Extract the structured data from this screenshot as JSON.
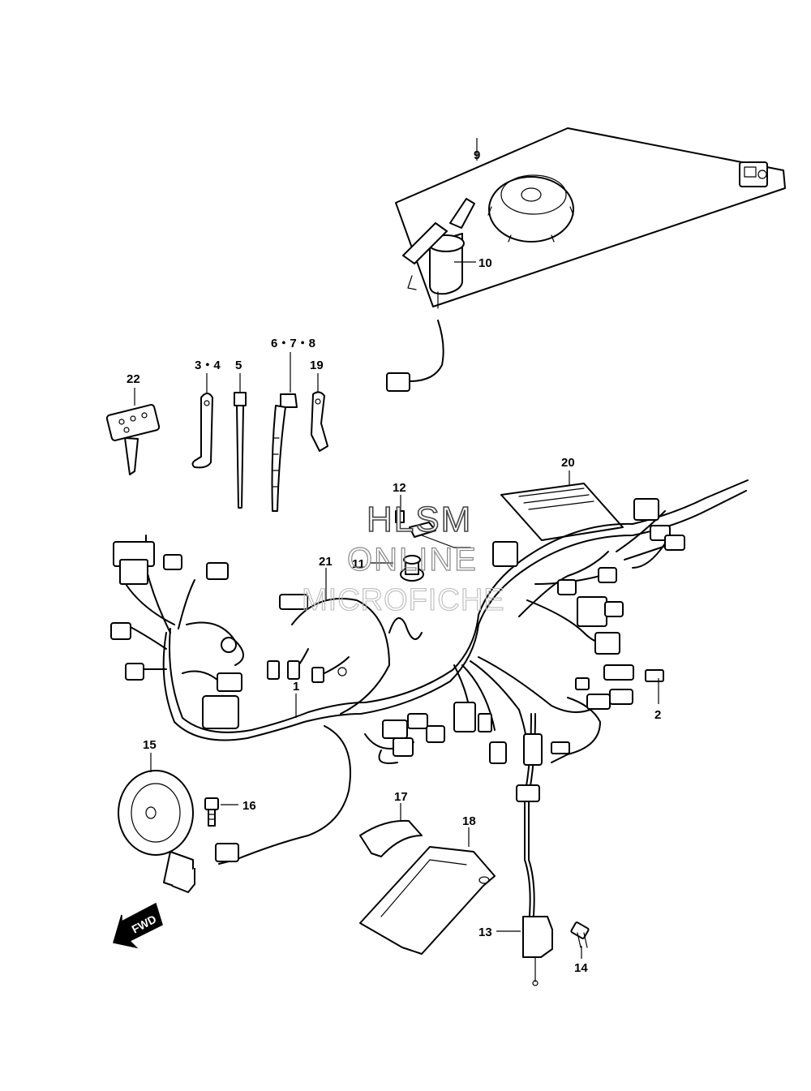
{
  "diagram": {
    "callouts": {
      "c1": "1",
      "c2": "2",
      "c34": "3・4",
      "c5": "5",
      "c678": "6・7・8",
      "c9": "9",
      "c10": "10",
      "c11": "11",
      "c12": "12",
      "c13": "13",
      "c14": "14",
      "c15": "15",
      "c16": "16",
      "c17": "17",
      "c18": "18",
      "c19": "19",
      "c20": "20",
      "c21": "21",
      "c22": "22"
    },
    "fwd_label": "FWD"
  },
  "watermark": {
    "line1": "HLSM",
    "line2": "ONLINE",
    "line3": "MICROFICHE"
  }
}
